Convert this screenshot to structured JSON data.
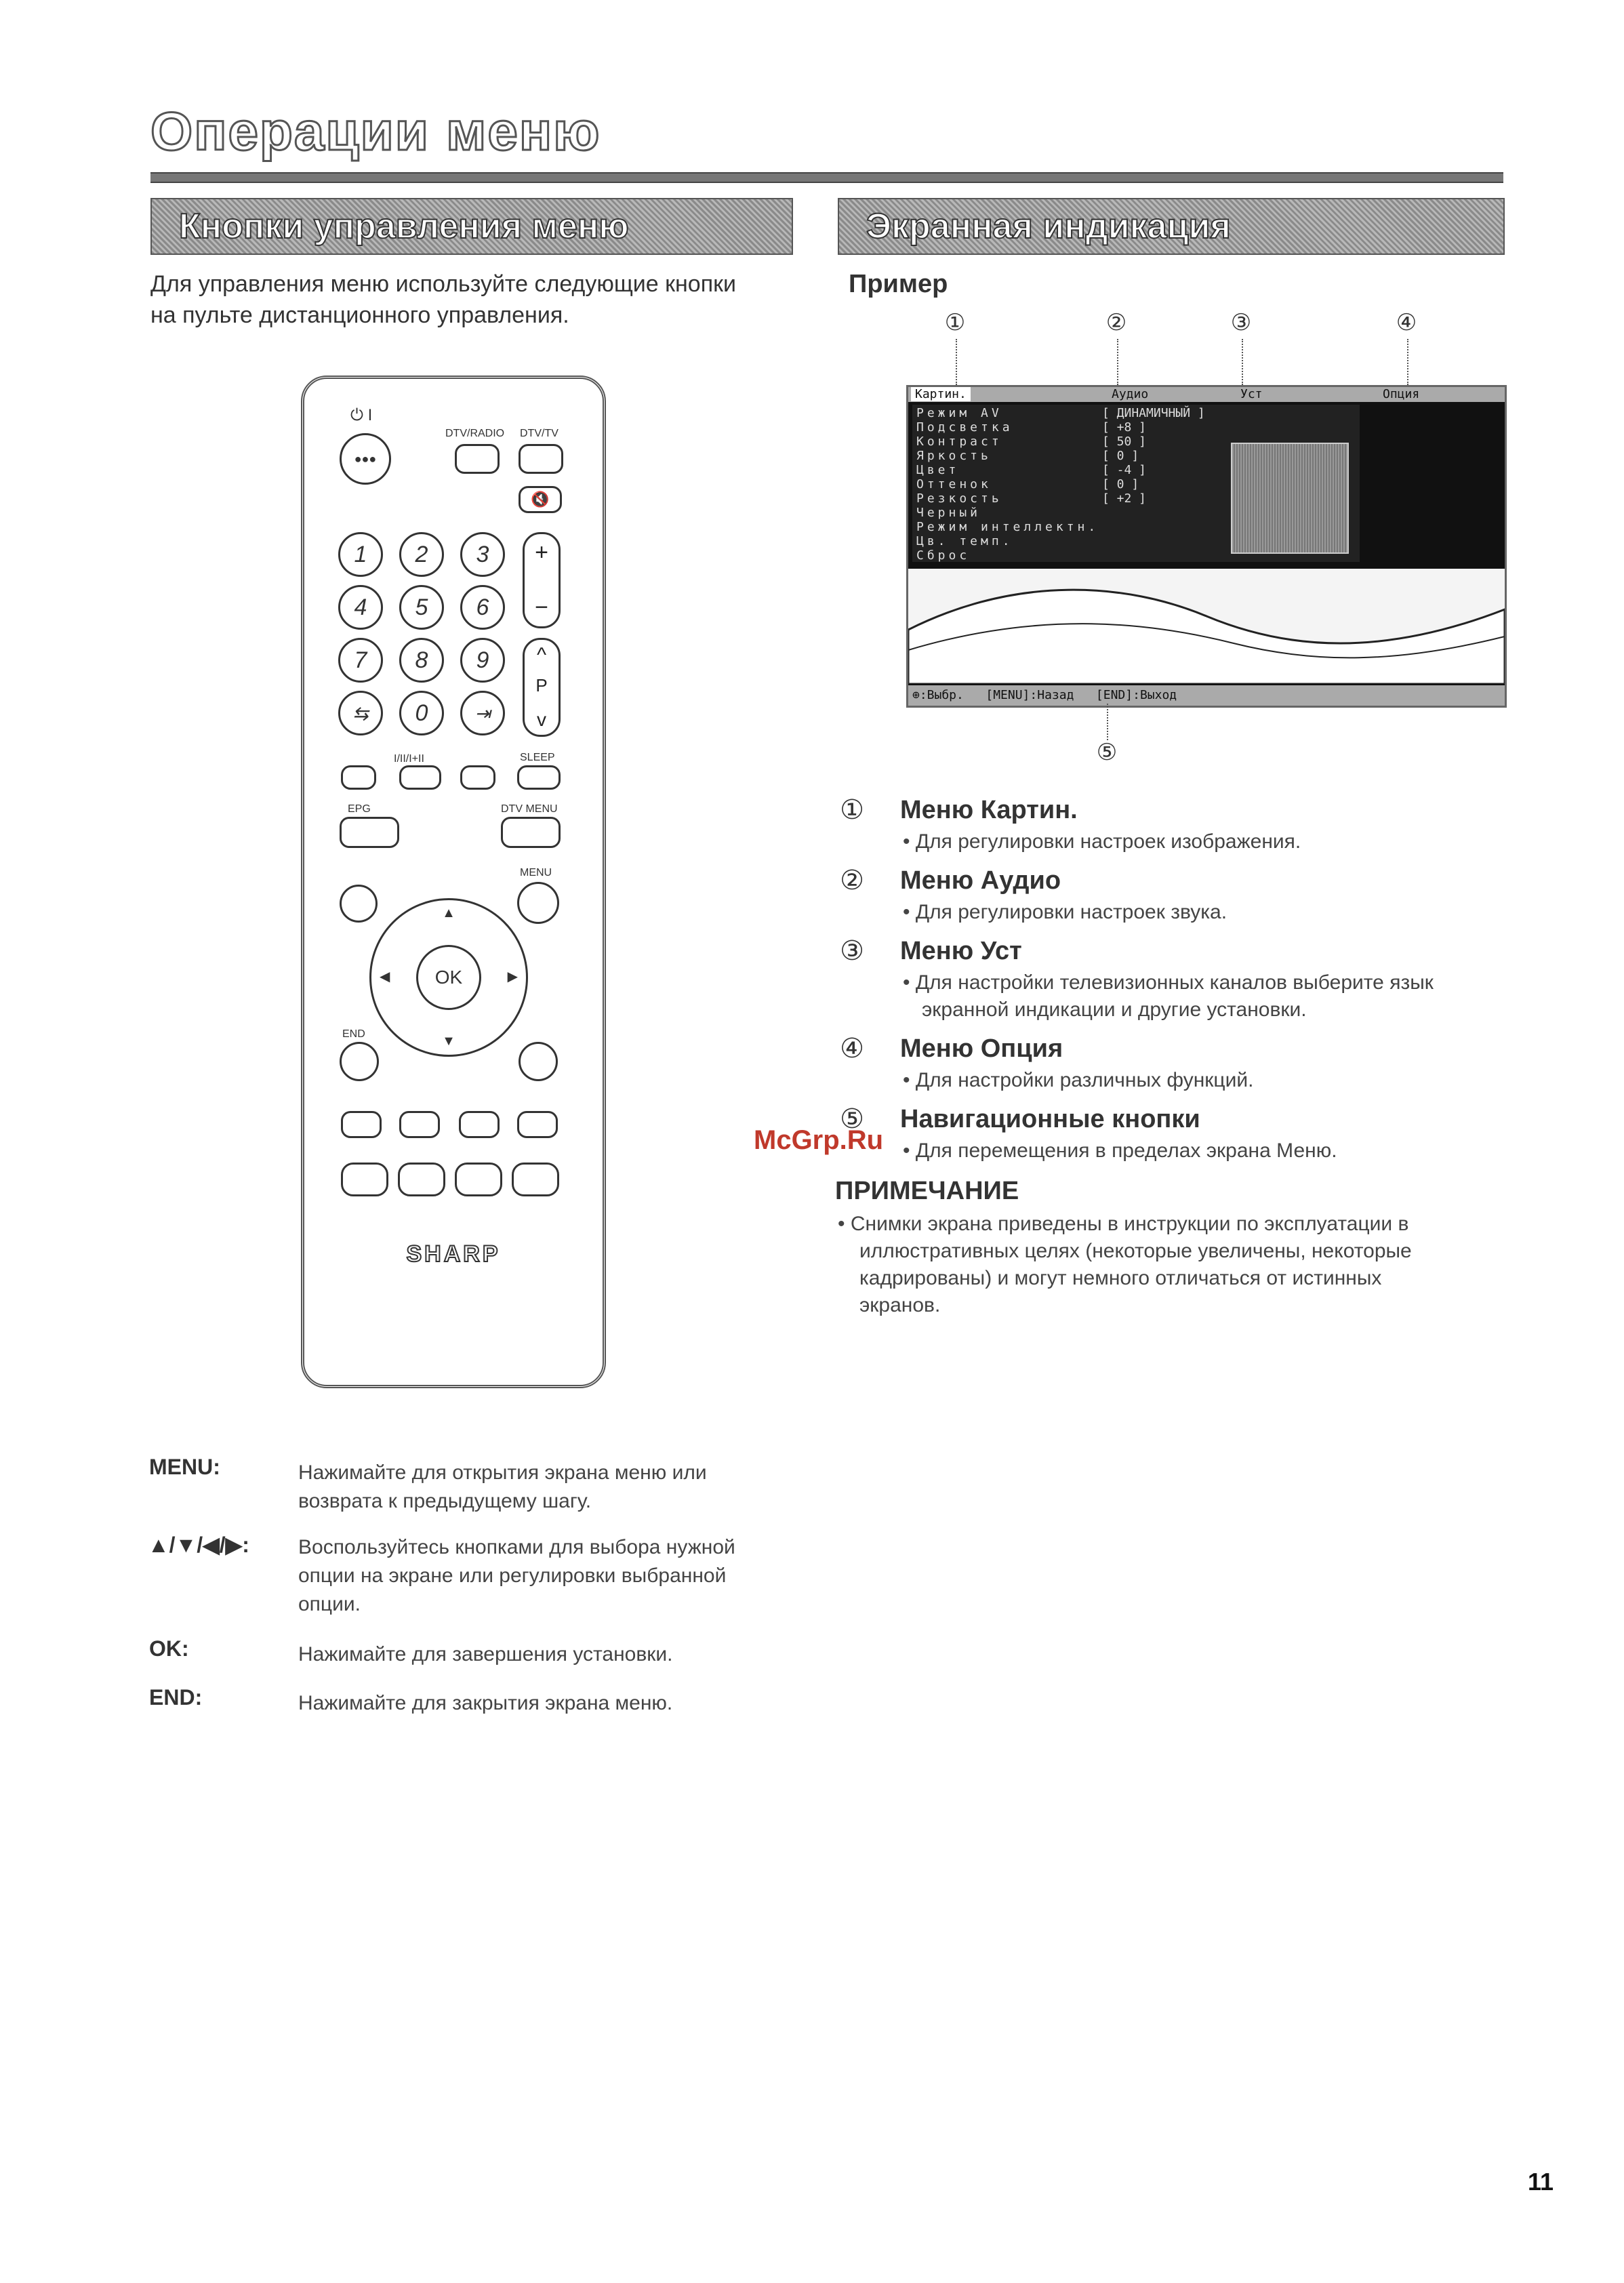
{
  "page": {
    "title": "Операции меню",
    "number": "11",
    "watermark": "McGrp.Ru"
  },
  "left_section": {
    "heading": "Кнопки управления меню",
    "intro_line1": "Для управления меню используйте следующие кнопки",
    "intro_line2": "на пульте дистанционного управления."
  },
  "right_section": {
    "heading": "Экранная индикация",
    "example_label": "Пример"
  },
  "callouts": [
    "①",
    "②",
    "③",
    "④",
    "⑤"
  ],
  "osd": {
    "tabs": [
      "Картин.",
      "Аудио",
      "Уст",
      "Опция"
    ],
    "rows": [
      "Режим AV",
      "Подсветка",
      "Контраст",
      "Яркость",
      "Цвет",
      "Оттенок",
      "Резкость",
      "Черный",
      "Режим интеллектн.",
      "Цв. темп.",
      "Сброс"
    ],
    "values": [
      "[ ДИНАМИЧНЫЙ ]",
      "[ +8 ]",
      "[ 50 ]",
      "[ 0 ]",
      "[ -4 ]",
      "[ 0 ]",
      "[ +2 ]"
    ],
    "footer": "⊕:Выбр.   [MENU]:Назад   [END]:Выход"
  },
  "items": [
    {
      "num": "①",
      "title": "Меню Картин.",
      "desc": "Для регулировки настроек изображения."
    },
    {
      "num": "②",
      "title": "Меню Аудио",
      "desc": "Для регулировки настроек звука."
    },
    {
      "num": "③",
      "title": "Меню Уст",
      "desc1": "Для настройки телевизионных каналов выберите язык",
      "desc2": "экранной индикации и другие установки."
    },
    {
      "num": "④",
      "title": "Меню Опция",
      "desc": "Для настройки различных функций."
    },
    {
      "num": "⑤",
      "title": "Навигационные кнопки",
      "desc": "Для перемещения в пределах экрана Меню."
    }
  ],
  "note": {
    "title": "ПРИМЕЧАНИЕ",
    "line1": "Снимки экрана приведены в инструкции по эксплуатации в",
    "line2": "иллюстративных целях (некоторые увеличены, некоторые",
    "line3": "кадрированы) и могут немного отличаться от истинных",
    "line4": "экранов."
  },
  "keys": [
    {
      "label": "MENU:",
      "line1": "Нажимайте для открытия экрана меню или",
      "line2": "возврата к предыдущему шагу."
    },
    {
      "label": "▲/▼/◀/▶:",
      "line1": "Воспользуйтесь кнопками для выбора нужной",
      "line2": "опции на экране или регулировки выбранной",
      "line3": "опции."
    },
    {
      "label": "OK:",
      "line1": "Нажимайте для завершения установки."
    },
    {
      "label": "END:",
      "line1": "Нажимайте для закрытия экрана меню."
    }
  ],
  "remote": {
    "brand": "SHARP",
    "power": "⏻ I",
    "dtv_radio": "DTV/RADIO",
    "dtv_tv": "DTV/TV",
    "mute": "🔇",
    "digits": [
      "1",
      "2",
      "3",
      "4",
      "5",
      "6",
      "7",
      "8",
      "9",
      "⇆",
      "0",
      "⇥"
    ],
    "vol_plus": "+",
    "vol_minus": "−",
    "ch": "P",
    "ch_up": "^",
    "ch_down": "v",
    "sound": "I/II/I+II",
    "sleep": "SLEEP",
    "epg": "EPG",
    "dtv_menu": "DTV MENU",
    "menu": "MENU",
    "end": "END",
    "ok": "OK"
  }
}
